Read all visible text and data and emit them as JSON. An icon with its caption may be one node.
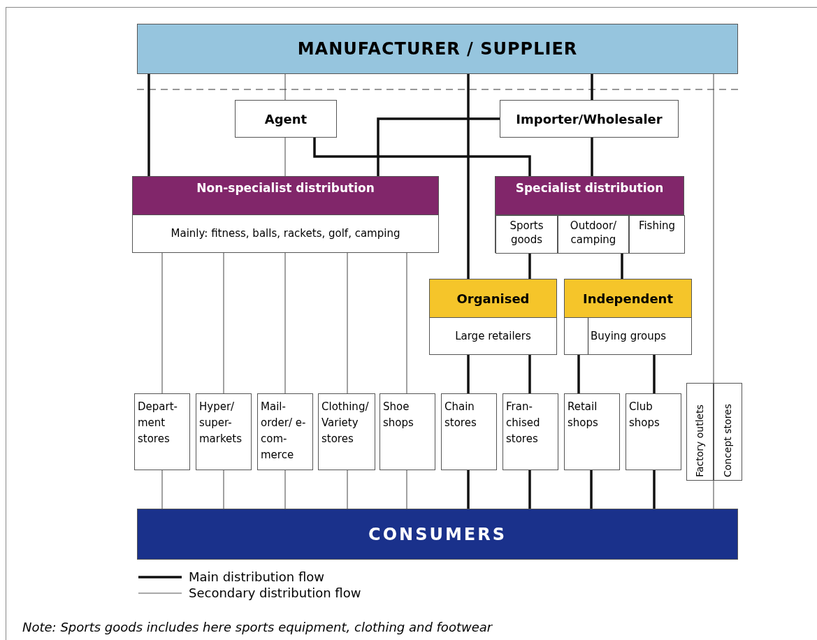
{
  "diagram": {
    "caption": "Note: Sports goods includes here sports equipment, clothing and footwear",
    "nodes": [
      {
        "text": [
          "MANUFACTURER / SUPPLIER"
        ]
      },
      {
        "text": [
          "Agent"
        ]
      },
      {
        "text": [
          "Importer/Wholesaler"
        ]
      },
      {
        "text": [
          "Non-specialist distribution",
          "Mainly: fitness, balls, rackets, golf, camping"
        ]
      },
      {
        "text": [
          "Specialist distribution"
        ]
      },
      {
        "text": [
          "Sports goods"
        ],
        "in": 4
      },
      {
        "text": [
          "Outdoor/ camping"
        ],
        "in": 4
      },
      {
        "text": [
          "Fishing"
        ],
        "in": 4
      },
      {
        "text": [
          "Organised",
          "Large retailers"
        ]
      },
      {
        "text": [
          "Independent",
          "Buying groups"
        ]
      },
      {
        "text": [
          "Depart- ment stores"
        ]
      },
      {
        "text": [
          "Hyper/ super- markets"
        ]
      },
      {
        "text": [
          "Mail- order/ e-com- merce"
        ]
      },
      {
        "text": [
          "Clothing/ Variety stores"
        ]
      },
      {
        "text": [
          "Shoe shops"
        ]
      },
      {
        "text": [
          "Chain stores"
        ]
      },
      {
        "text": [
          "Fran- chised stores"
        ]
      },
      {
        "text": [
          "Retail shops"
        ]
      },
      {
        "text": [
          "Club shops"
        ]
      },
      {
        "text": [
          "Factory outlets"
        ]
      },
      {
        "text": [
          "Concept stores"
        ]
      },
      {
        "text": [
          "CONSUMERS"
        ]
      }
    ],
    "edges": [
      {
        "from": 0,
        "to": 3,
        "arrow": "none",
        "style": "thick"
      },
      {
        "from": 0,
        "to": 1,
        "arrow": "none"
      },
      {
        "from": 0,
        "to": 8,
        "arrow": "none",
        "style": "thick"
      },
      {
        "from": 0,
        "to": 2,
        "arrow": "none",
        "style": "thick"
      },
      {
        "from": 0,
        "to": 19,
        "arrow": "none"
      },
      {
        "from": 0,
        "to": 20,
        "arrow": "none"
      },
      {
        "from": 1,
        "to": 3,
        "arrow": "none"
      },
      {
        "from": 1,
        "to": 4,
        "arrow": "none",
        "style": "thick"
      },
      {
        "from": 2,
        "to": 3,
        "arrow": "none",
        "style": "thick"
      },
      {
        "from": 2,
        "to": 4,
        "arrow": "none",
        "style": "thick"
      },
      {
        "from": 5,
        "to": 8,
        "arrow": "none",
        "style": "thick"
      },
      {
        "from": 6,
        "to": 9,
        "arrow": "none",
        "style": "thick"
      },
      {
        "from": 3,
        "to": 10,
        "arrow": "none"
      },
      {
        "from": 3,
        "to": 11,
        "arrow": "none"
      },
      {
        "from": 3,
        "to": 12,
        "arrow": "none"
      },
      {
        "from": 3,
        "to": 13,
        "arrow": "none"
      },
      {
        "from": 3,
        "to": 14,
        "arrow": "none"
      },
      {
        "from": 8,
        "to": 15,
        "arrow": "none",
        "style": "thick"
      },
      {
        "from": 8,
        "to": 16,
        "arrow": "none",
        "style": "thick"
      },
      {
        "from": 9,
        "to": 17,
        "arrow": "none",
        "style": "thick"
      },
      {
        "from": 9,
        "to": 18,
        "arrow": "none",
        "style": "thick"
      },
      {
        "from": 10,
        "to": 21,
        "arrow": "none"
      },
      {
        "from": 11,
        "to": 21,
        "arrow": "none"
      },
      {
        "from": 12,
        "to": 21,
        "arrow": "none"
      },
      {
        "from": 13,
        "to": 21,
        "arrow": "none"
      },
      {
        "from": 14,
        "to": 21,
        "arrow": "none"
      },
      {
        "from": 15,
        "to": 21,
        "arrow": "none",
        "style": "thick"
      },
      {
        "from": 16,
        "to": 21,
        "arrow": "none",
        "style": "thick"
      },
      {
        "from": 17,
        "to": 21,
        "arrow": "none",
        "style": "thick"
      },
      {
        "from": 18,
        "to": 21,
        "arrow": "none",
        "style": "thick"
      },
      {
        "from": 19,
        "to": 21,
        "arrow": "none"
      },
      {
        "from": 20,
        "to": 21,
        "arrow": "none"
      }
    ],
    "legend": [
      {
        "text": "Main distribution flow"
      },
      {
        "text": "Secondary distribution flow"
      }
    ]
  }
}
